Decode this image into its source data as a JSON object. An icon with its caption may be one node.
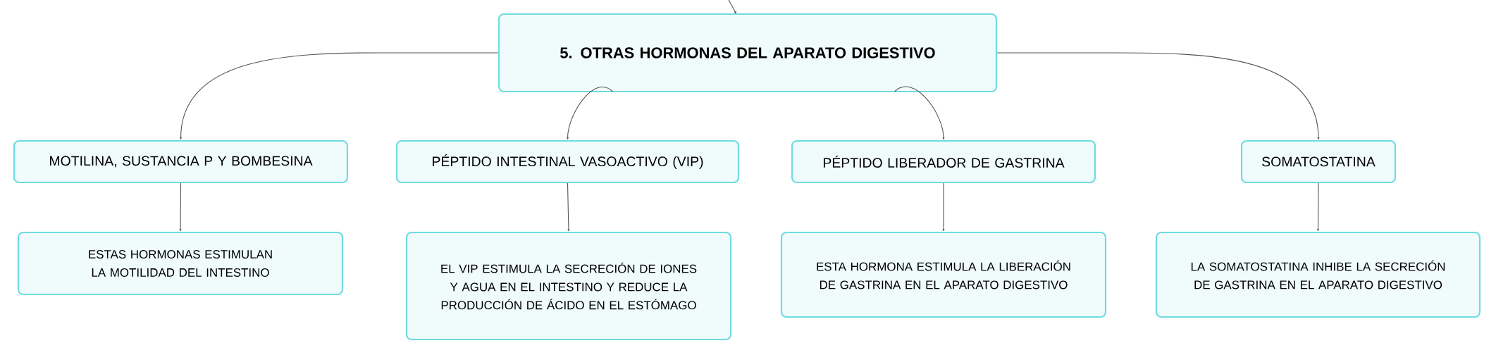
{
  "diagram": {
    "nodes": [
      {
        "text": [
          "5. OTRAS HORMONAS DEL APARATO DIGESTIVO"
        ]
      },
      {
        "text": [
          "MOTILINA, SUSTANCIA P Y BOMBESINA"
        ]
      },
      {
        "text": [
          "ESTAS HORMONAS ESTIMULAN LA MOTILIDAD DEL INTESTINO"
        ]
      },
      {
        "text": [
          "PÉPTIDO INTESTINAL VASOACTIVO (VIP)"
        ]
      },
      {
        "text": [
          "EL VIP ESTIMULA LA SECRECIÓN DE IONES Y AGUA EN EL INTESTINO Y REDUCE LA PRODUCCIÓN DE ÁCIDO EN EL ESTÓMAGO"
        ]
      },
      {
        "text": [
          "PÉPTIDO LIBERADOR DE GASTRINA"
        ]
      },
      {
        "text": [
          "ESTA HORMONA ESTIMULA LA LIBERACIÓN DE GASTRINA EN EL APARATO DIGESTIVO"
        ]
      },
      {
        "text": [
          "SOMATOSTATINA"
        ]
      },
      {
        "text": [
          "LA SOMATOSTATINA INHIBE LA SECRECIÓN DE GASTRINA EN EL APARATO DIGESTIVO"
        ]
      }
    ],
    "edges": [
      {
        "from": null,
        "to": 0,
        "arrow": "to"
      },
      {
        "from": 0,
        "to": 1,
        "arrow": "to"
      },
      {
        "from": 0,
        "to": 3,
        "arrow": "to"
      },
      {
        "from": 0,
        "to": 5,
        "arrow": "to"
      },
      {
        "from": 0,
        "to": 7,
        "arrow": "to"
      },
      {
        "from": 1,
        "to": 2,
        "arrow": "to"
      },
      {
        "from": 3,
        "to": 4,
        "arrow": "to"
      },
      {
        "from": 5,
        "to": 6,
        "arrow": "to"
      },
      {
        "from": 7,
        "to": 8,
        "arrow": "to"
      }
    ]
  }
}
